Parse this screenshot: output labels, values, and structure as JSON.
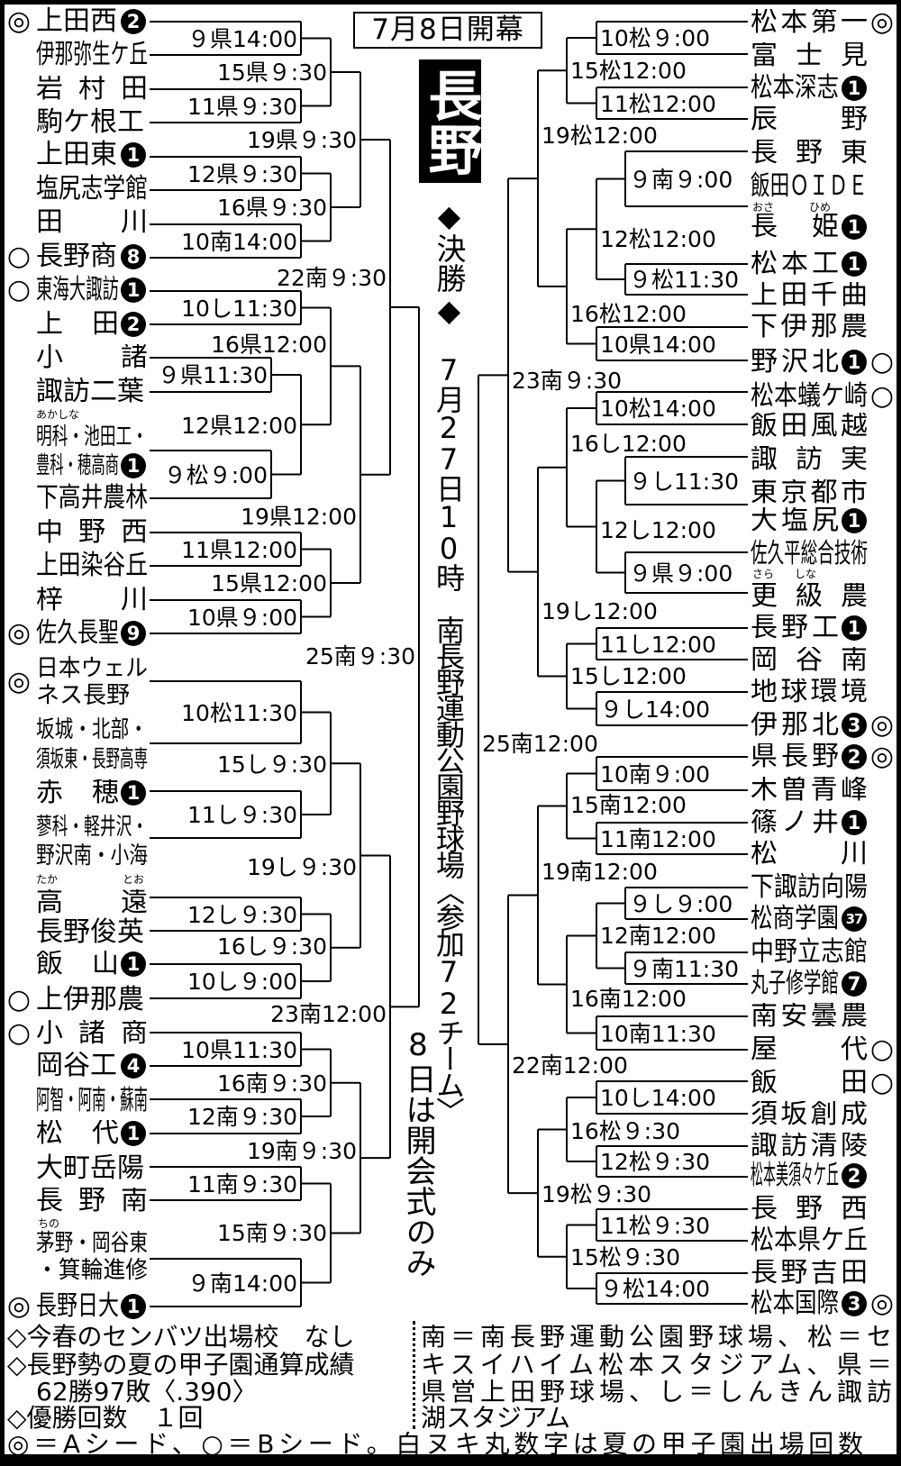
{
  "header": {
    "opening": "7月8日開幕",
    "prefecture": "長野",
    "final_heading": "◆決勝◆",
    "final_info": "7月27日10時　南長野運動公園野球場〈参加72チーム〉",
    "opening_note": "8日は開会式のみ"
  },
  "left_teams": [
    {
      "name": "上田西",
      "seed": "◎",
      "appearances": "2"
    },
    {
      "name": "伊那弥生ケ丘"
    },
    {
      "name": "岩村田"
    },
    {
      "name": "駒ケ根工"
    },
    {
      "name": "上田東",
      "appearances": "1"
    },
    {
      "name": "塩尻志学館"
    },
    {
      "name": "田川"
    },
    {
      "name": "長野商",
      "seed": "○",
      "appearances": "8"
    },
    {
      "name": "東海大諏訪",
      "seed": "○",
      "appearances": "1"
    },
    {
      "name": "上田",
      "appearances": "2"
    },
    {
      "name": "小諸"
    },
    {
      "name": "諏訪二葉"
    },
    {
      "lines": [
        "明科・池田工・",
        "豊科・穂高商"
      ],
      "ruby": [
        "あかしな"
      ],
      "appearances": "1"
    },
    {
      "name": "下高井農林"
    },
    {
      "name": "中野西"
    },
    {
      "name": "上田染谷丘"
    },
    {
      "name": "梓川"
    },
    {
      "name": "佐久長聖",
      "seed": "◎",
      "appearances": "9"
    },
    {
      "lines": [
        "日本ウェル",
        "ネス長野"
      ],
      "seed": "◎"
    },
    {
      "lines": [
        "坂城・北部・",
        "須坂東・長野高専"
      ]
    },
    {
      "name": "赤穂",
      "appearances": "1"
    },
    {
      "lines": [
        "蓼科・軽井沢・",
        "野沢南・小海"
      ]
    },
    {
      "name": "高遠",
      "ruby": [
        "たか",
        "とお"
      ]
    },
    {
      "name": "長野俊英"
    },
    {
      "name": "飯山",
      "appearances": "1"
    },
    {
      "name": "上伊那農",
      "seed": "○"
    },
    {
      "name": "小諸商",
      "seed": "○"
    },
    {
      "name": "岡谷工",
      "appearances": "4"
    },
    {
      "name": "阿智・阿南・蘇南"
    },
    {
      "name": "松代",
      "appearances": "1"
    },
    {
      "name": "大町岳陽"
    },
    {
      "name": "長野南"
    },
    {
      "lines": [
        "茅野・岡谷東",
        "・箕輪進修"
      ],
      "ruby": [
        "ちの"
      ]
    },
    {
      "name": "長野日大",
      "seed": "◎",
      "appearances": "1"
    }
  ],
  "right_teams": [
    {
      "name": "松本第一",
      "seed": "◎"
    },
    {
      "name": "富士見"
    },
    {
      "name": "松本深志",
      "appearances": "1"
    },
    {
      "name": "辰野"
    },
    {
      "name": "長野東"
    },
    {
      "name": "飯田ＯＩＤＥ"
    },
    {
      "name": "長姫",
      "appearances": "1",
      "ruby": [
        "おさ",
        "ひめ"
      ]
    },
    {
      "name": "松本工",
      "appearances": "1"
    },
    {
      "name": "上田千曲"
    },
    {
      "name": "下伊那農"
    },
    {
      "name": "野沢北",
      "appearances": "1",
      "seed": "○"
    },
    {
      "name": "松本蟻ケ崎",
      "seed": "○"
    },
    {
      "name": "飯田風越"
    },
    {
      "name": "諏訪実"
    },
    {
      "name": "東京都市"
    },
    {
      "name": "大塩尻",
      "appearances": "1"
    },
    {
      "name": "佐久平総合技術"
    },
    {
      "name": "更級農",
      "ruby": [
        "さら",
        "しな"
      ]
    },
    {
      "name": "長野工",
      "appearances": "1"
    },
    {
      "name": "岡谷南"
    },
    {
      "name": "地球環境"
    },
    {
      "name": "伊那北",
      "appearances": "3",
      "seed": "◎"
    },
    {
      "name": "県長野",
      "appearances": "2",
      "seed": "◎"
    },
    {
      "name": "木曽青峰"
    },
    {
      "name": "篠ノ井",
      "appearances": "1"
    },
    {
      "name": "松川"
    },
    {
      "name": "下諏訪向陽"
    },
    {
      "name": "松商学園",
      "appearances": "37"
    },
    {
      "name": "中野立志館"
    },
    {
      "name": "丸子修学館",
      "appearances": "7"
    },
    {
      "name": "南安曇農"
    },
    {
      "name": "屋代",
      "seed": "○"
    },
    {
      "name": "飯田",
      "seed": "○"
    },
    {
      "name": "須坂創成"
    },
    {
      "name": "諏訪清陵"
    },
    {
      "name": "松本美須々ケ丘",
      "appearances": "2"
    },
    {
      "name": "長野西"
    },
    {
      "name": "松本県ケ丘"
    },
    {
      "name": "長野吉田"
    },
    {
      "name": "松本国際",
      "appearances": "3",
      "seed": "◎"
    }
  ],
  "left_matches": [
    "９県14:00",
    "11県９:30",
    "12県９:30",
    "10南14:00",
    "10し11:30",
    "９県11:30",
    "９松９:00",
    "11県12:00",
    "10県９:00",
    "10松11:30",
    "11し９:30",
    "12し９:30",
    "10し９:00",
    "10県11:30",
    "12南９:30",
    "11南９:30",
    "９南14:00"
  ],
  "left_rounds": [
    "15県９:30",
    "16県９:30",
    "19県９:30",
    "12県12:00",
    "16県12:00",
    "15県12:00",
    "19県12:00",
    "22南９:30",
    "15し９:30",
    "16し９:30",
    "19し９:30",
    "16南９:30",
    "15南９:30",
    "19南９:30",
    "23南12:00",
    "25南９:30"
  ],
  "right_matches": [
    "10松９:00",
    "11松12:00",
    "９南９:00",
    "９松11:30",
    "10県14:00",
    "10松14:00",
    "９し11:30",
    "９県９:00",
    "11し12:00",
    "９し14:00",
    "10南９:00",
    "11南12:00",
    "９し９:00",
    "９南11:30",
    "10南11:30",
    "10し14:00",
    "12松９:30",
    "11松９:30",
    "９松14:00"
  ],
  "right_rounds": [
    "15松12:00",
    "12松12:00",
    "16松12:00",
    "19松12:00",
    "12し12:00",
    "16し12:00",
    "15し12:00",
    "19し12:00",
    "23南９:30",
    "15南12:00",
    "12南12:00",
    "16南12:00",
    "19南12:00",
    "16松９:30",
    "15松９:30",
    "19松９:30",
    "22南12:00",
    "25南12:00"
  ],
  "footer": {
    "notes": [
      "◇今春のセンバツ出場校　なし",
      "◇長野勢の夏の甲子園通算成績",
      "62勝97敗〈.390〉",
      "◇優勝回数　１回"
    ],
    "venues": [
      "南＝南長野運動公園野球場、松＝セ",
      "キスイハイム松本スタジアム、県＝",
      "県営上田野球場、し＝しんきん諏訪",
      "湖スタジアム"
    ],
    "legend": "◎＝Aシード、○＝Bシード。白ヌキ丸数字は夏の甲子園出場回数"
  }
}
